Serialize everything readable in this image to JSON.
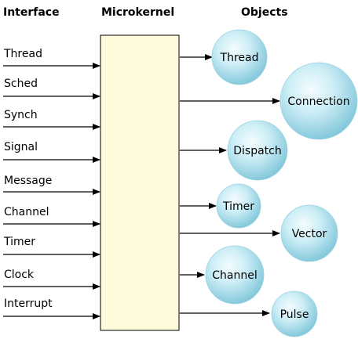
{
  "headers": {
    "interface": "Interface",
    "microkernel": "Microkernel",
    "objects": "Objects"
  },
  "interface_items": [
    "Thread",
    "Sched",
    "Synch",
    "Signal",
    "Message",
    "Channel",
    "Timer",
    "Clock",
    "Interrupt"
  ],
  "objects": [
    "Thread",
    "Connection",
    "Dispatch",
    "Timer",
    "Vector",
    "Channel",
    "Pulse"
  ],
  "colors": {
    "kernel_fill": "#FEFBDC",
    "sphere_light": "#EAF8FC",
    "sphere_mid": "#BFE7F2",
    "sphere_dark": "#8ECFE0"
  }
}
